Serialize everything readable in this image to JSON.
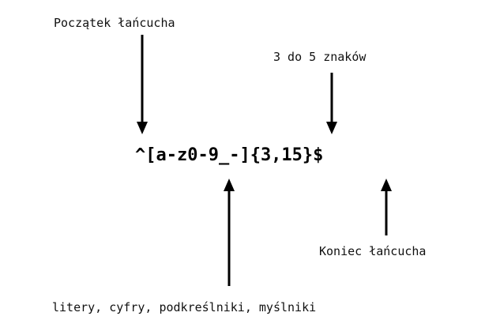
{
  "diagram": {
    "regex": "^[a-z0-9_-]{3,15}$",
    "annotations": {
      "start": "Początek łańcucha",
      "length": "3 do 5 znaków",
      "charset": "litery, cyfry, podkreślniki, myślniki",
      "end": "Koniec łańcucha"
    },
    "colors": {
      "text": "#111111",
      "arrow": "#000000",
      "background": "#ffffff"
    }
  }
}
